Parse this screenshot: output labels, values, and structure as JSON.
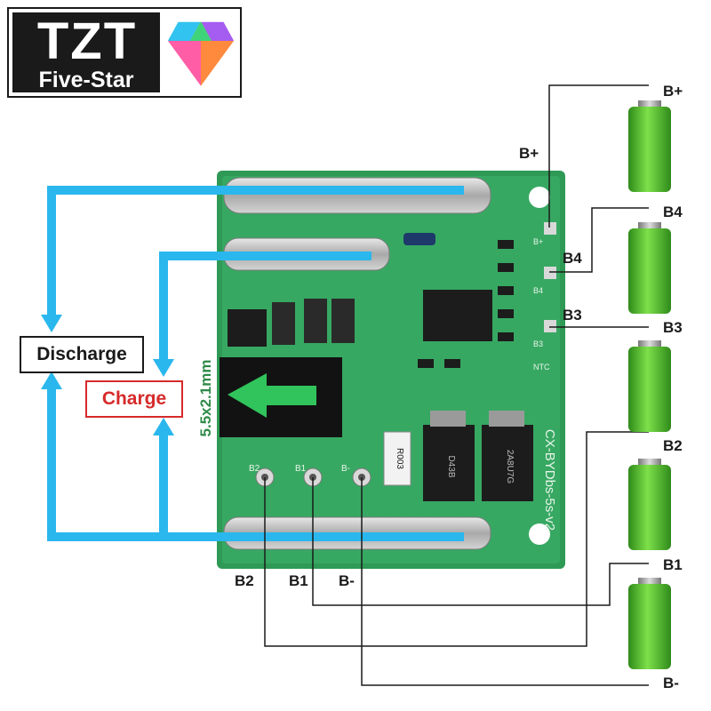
{
  "logo": {
    "title": "TZT",
    "subtitle": "Five-Star"
  },
  "labels": {
    "discharge": "Discharge",
    "charge": "Charge",
    "jack_size": "5.5x2.1mm"
  },
  "board": {
    "model": "CX-BYDbs-5s-v2",
    "sense_resistor": "R003",
    "mosfet_code": "D43B",
    "mosfet_sub": "2A8U7G",
    "silk_b2": "B2",
    "silk_b1": "B1",
    "silk_bminus": "B-",
    "silk_bplus": "B+",
    "silk_b4": "B4",
    "silk_b3": "B3",
    "silk_ntc": "NTC"
  },
  "pins": {
    "b_plus": "B+",
    "b4": "B4",
    "b3": "B3",
    "b2": "B2",
    "b1": "B1",
    "b_minus": "B-"
  },
  "cells": {
    "b_plus": "B+",
    "b4": "B4",
    "b3": "B3",
    "b2": "B2",
    "b1": "B1",
    "b_minus": "B-"
  },
  "colors": {
    "arrow": "#2ab7ee",
    "pcb": "#2e9a55",
    "cell_green": "#5fc231",
    "charge_red": "#d62a2a"
  }
}
